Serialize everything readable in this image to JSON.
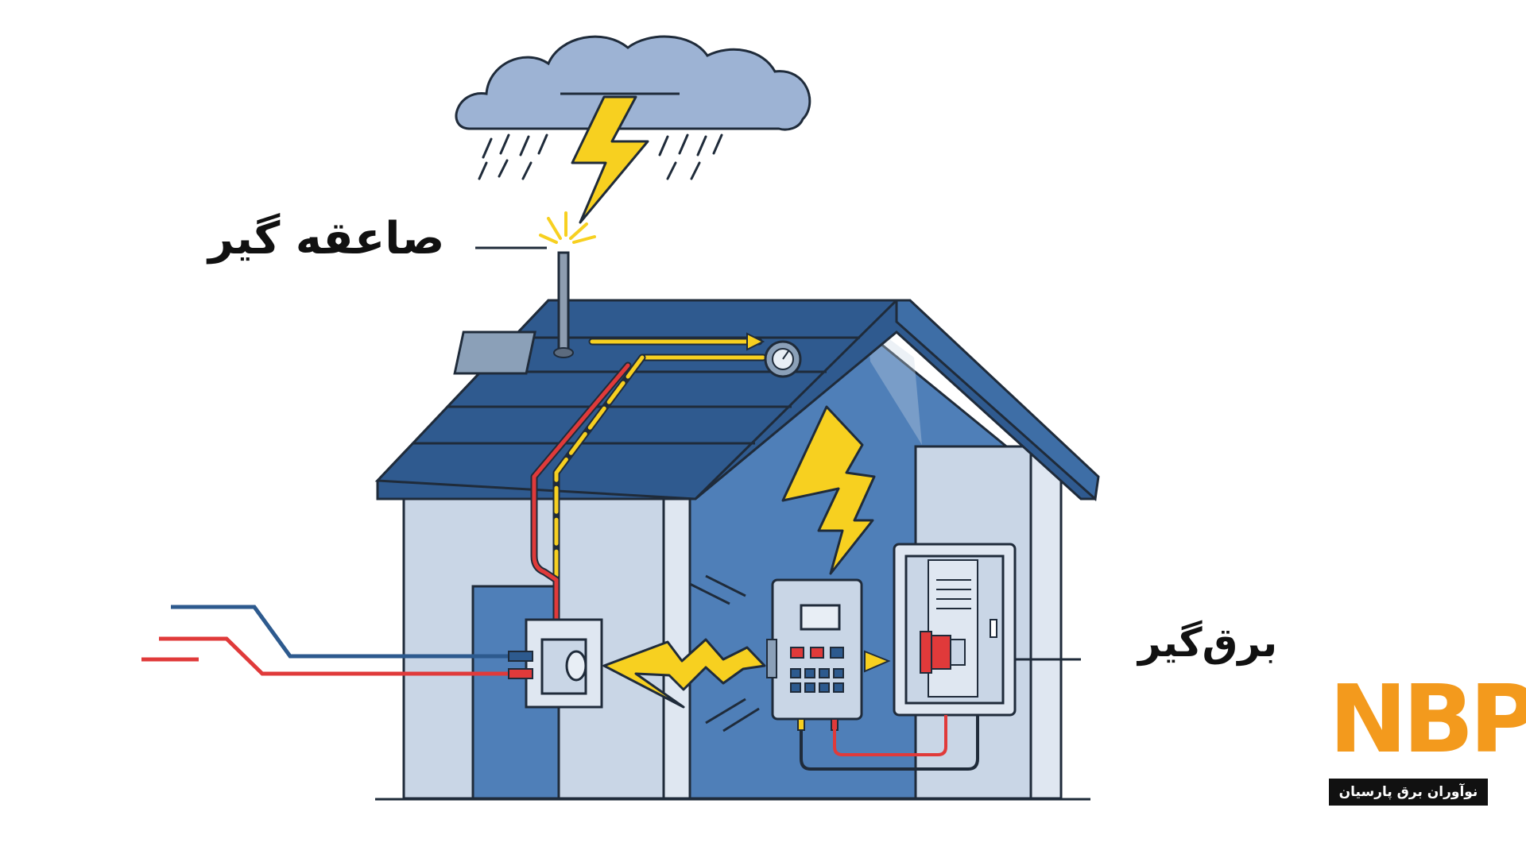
{
  "labels": {
    "lightning_rod": "صاعقه گیر",
    "surge_arrester": "برق‌گیر"
  },
  "logo": {
    "letters": "NBP",
    "subtitle": "نوآوران برق پارسیان",
    "color": "#f39a1d"
  },
  "colors": {
    "roof": "#2f5a8f",
    "wall_front": "#c9d6e6",
    "wall_side": "#4f7fb8",
    "bolt": "#f7d020",
    "phase_wire": "#e03a3a",
    "neutral_wire": "#2d5a8e",
    "cloud": "#9db3d4"
  }
}
